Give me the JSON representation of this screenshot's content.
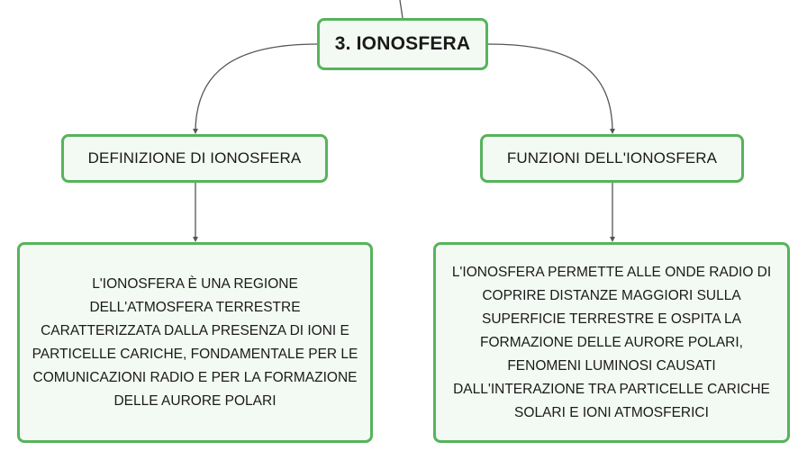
{
  "root": {
    "title": "3. IONOSFERA"
  },
  "branches": [
    {
      "title": "DEFINIZIONE DI IONOSFERA",
      "body": "L'IONOSFERA È UNA REGIONE DELL'ATMOSFERA TERRESTRE CARATTERIZZATA DALLA PRESENZA DI IONI E PARTICELLE CARICHE, FONDAMENTALE PER LE COMUNICAZIONI RADIO E PER LA FORMAZIONE DELLE AURORE POLARI"
    },
    {
      "title": "FUNZIONI DELL'IONOSFERA",
      "body": "L'IONOSFERA PERMETTE ALLE ONDE RADIO DI COPRIRE DISTANZE MAGGIORI SULLA SUPERFICIE TERRESTRE E OSPITA LA FORMAZIONE DELLE AURORE POLARI, FENOMENI LUMINOSI CAUSATI DALL'INTERAZIONE TRA PARTICELLE CARICHE SOLARI E IONI ATMOSFERICI"
    }
  ],
  "colors": {
    "node_border": "#57b35c",
    "node_fill": "#f3faf3",
    "connector": "#555555"
  }
}
